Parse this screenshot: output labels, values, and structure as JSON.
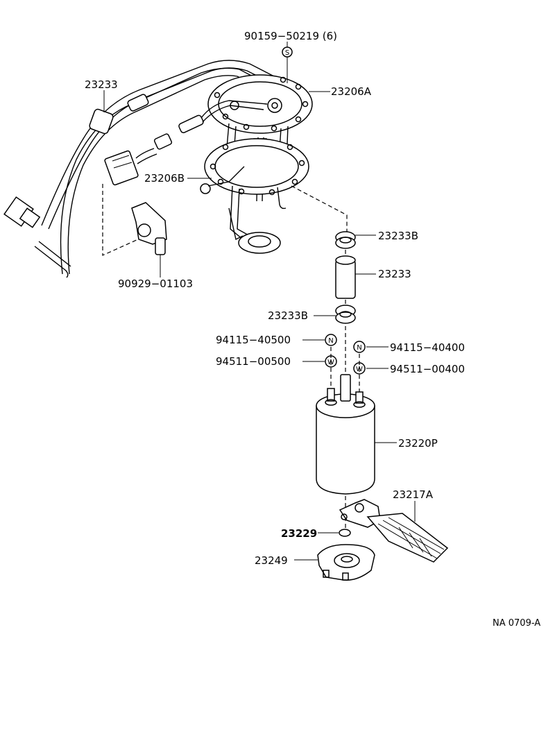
{
  "labels": {
    "bolt_90159": "90159−50219 (6)",
    "bolt_symbol": "S",
    "hose_23233_top": "23233",
    "bracket_23206A": "23206A",
    "bracket_23206B": "23206B",
    "clamp_90929": "90929−01103",
    "clamp_23233B_top": "23233B",
    "hose_23233_mid": "23233",
    "clamp_23233B_low": "23233B",
    "nut_94115_40500": "94115−40500",
    "nut_symbol_left": "N",
    "washer_94511_00500": "94511−00500",
    "washer_symbol_left": "W",
    "nut_94115_40400": "94115−40400",
    "nut_symbol_right": "N",
    "washer_94511_00400": "94511−00400",
    "washer_symbol_right": "W",
    "pump_23220P": "23220P",
    "filter_23217A": "23217A",
    "cushion_23229": "23229",
    "cushion_23249": "23249"
  },
  "reference_code": "NA  0709-A"
}
